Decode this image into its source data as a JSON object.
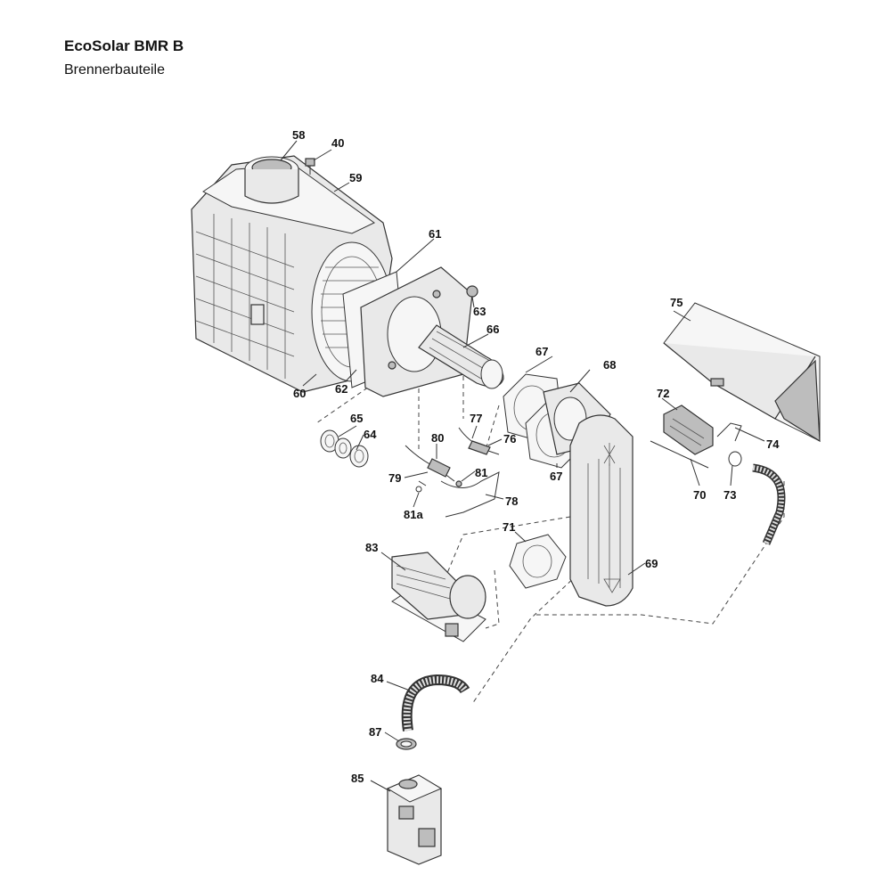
{
  "header": {
    "title": "EcoSolar BMR B",
    "subtitle": "Brennerbauteile"
  },
  "callouts": {
    "c58": "58",
    "c40": "40",
    "c59": "59",
    "c61": "61",
    "c60": "60",
    "c62": "62",
    "c63": "63",
    "c66": "66",
    "c67a": "67",
    "c67b": "67",
    "c68": "68",
    "c75": "75",
    "c72": "72",
    "c74": "74",
    "c70": "70",
    "c73": "73",
    "c65": "65",
    "c64": "64",
    "c77": "77",
    "c76": "76",
    "c80": "80",
    "c79": "79",
    "c81": "81",
    "c81a": "81a",
    "c78": "78",
    "c71": "71",
    "c69": "69",
    "c83": "83",
    "c84": "84",
    "c87": "87",
    "c85": "85"
  }
}
